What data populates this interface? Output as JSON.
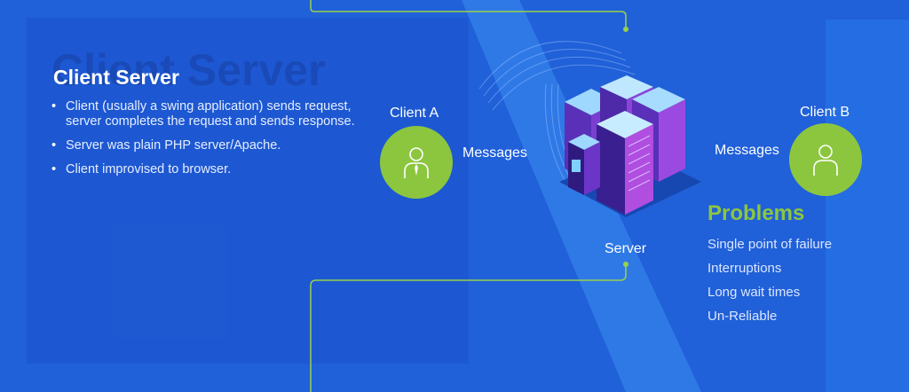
{
  "heading": {
    "ghost": "Client Server",
    "title": "Client Server"
  },
  "bullets": [
    "Client (usually a swing application) sends request, server completes the request and sends response.",
    "Server was plain PHP server/Apache.",
    "Client improvised to browser."
  ],
  "diagram": {
    "client_a": "Client A",
    "client_b": "Client B",
    "messages_left": "Messages",
    "messages_right": "Messages",
    "server": "Server"
  },
  "problems": {
    "title": "Problems",
    "items": [
      "Single point of failure",
      "Interruptions",
      "Long wait times",
      "Un-Reliable"
    ]
  },
  "colors": {
    "background": "#2060d8",
    "accent_green": "#8cc63f",
    "line_green": "#9ad14b",
    "text": "#ffffff"
  },
  "icons": {
    "client_a": "user-tie-icon",
    "client_b": "user-icon",
    "server": "server-rack-illustration"
  }
}
